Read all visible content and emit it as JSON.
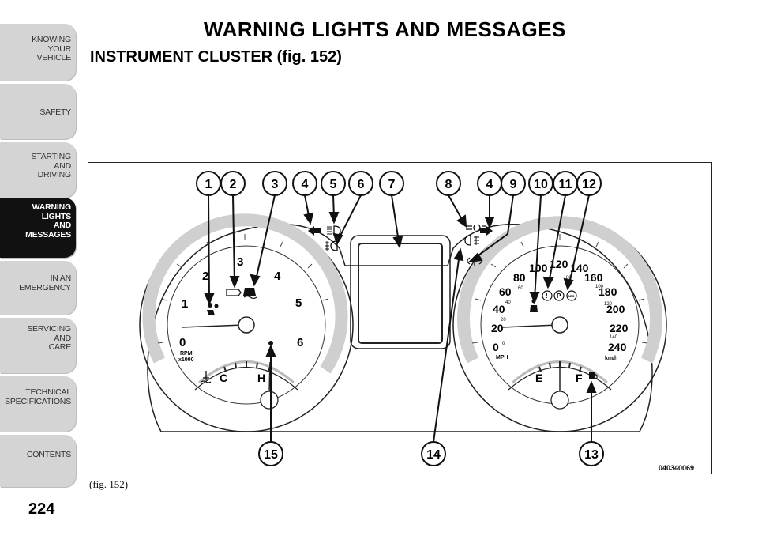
{
  "sidebar": {
    "tabs": [
      {
        "label": "KNOWING\nYOUR\nVEHICLE",
        "active": false
      },
      {
        "label": "SAFETY",
        "active": false
      },
      {
        "label": "STARTING\nAND\nDRIVING",
        "active": false
      },
      {
        "label": "WARNING\nLIGHTS\nAND\nMESSAGES",
        "active": true
      },
      {
        "label": "IN AN\nEMERGENCY",
        "active": false
      },
      {
        "label": "SERVICING\nAND\nCARE",
        "active": false
      },
      {
        "label": "TECHNICAL\nSPECIFICATIONS",
        "active": false
      },
      {
        "label": "CONTENTS",
        "active": false
      }
    ]
  },
  "page": {
    "title": "WARNING LIGHTS AND MESSAGES",
    "subtitle": "INSTRUMENT CLUSTER (fig. 152)",
    "page_number": "224"
  },
  "figure": {
    "caption": "(fig. 152)",
    "code": "040340069",
    "callouts": [
      "1",
      "2",
      "3",
      "4",
      "5",
      "6",
      "7",
      "8",
      "4",
      "9",
      "10",
      "11",
      "12",
      "15",
      "14",
      "13"
    ],
    "tachometer": {
      "numbers": [
        "0",
        "1",
        "2",
        "3",
        "4",
        "5",
        "6"
      ],
      "unit_line1": "RPM",
      "unit_line2": "x1000",
      "gauge_low": "C",
      "gauge_high": "H"
    },
    "speedometer": {
      "mph": [
        "0",
        "20",
        "40",
        "60",
        "80",
        "100",
        "120",
        "140"
      ],
      "kmh_major": [
        "160",
        "180",
        "200",
        "220",
        "240"
      ],
      "kmh_minor": [
        "0",
        "20",
        "40",
        "60",
        "80",
        "100",
        "120",
        "140"
      ],
      "unit_mph": "MPH",
      "unit_kmh": "km/h",
      "fuel_low": "E",
      "fuel_high": "F"
    }
  }
}
